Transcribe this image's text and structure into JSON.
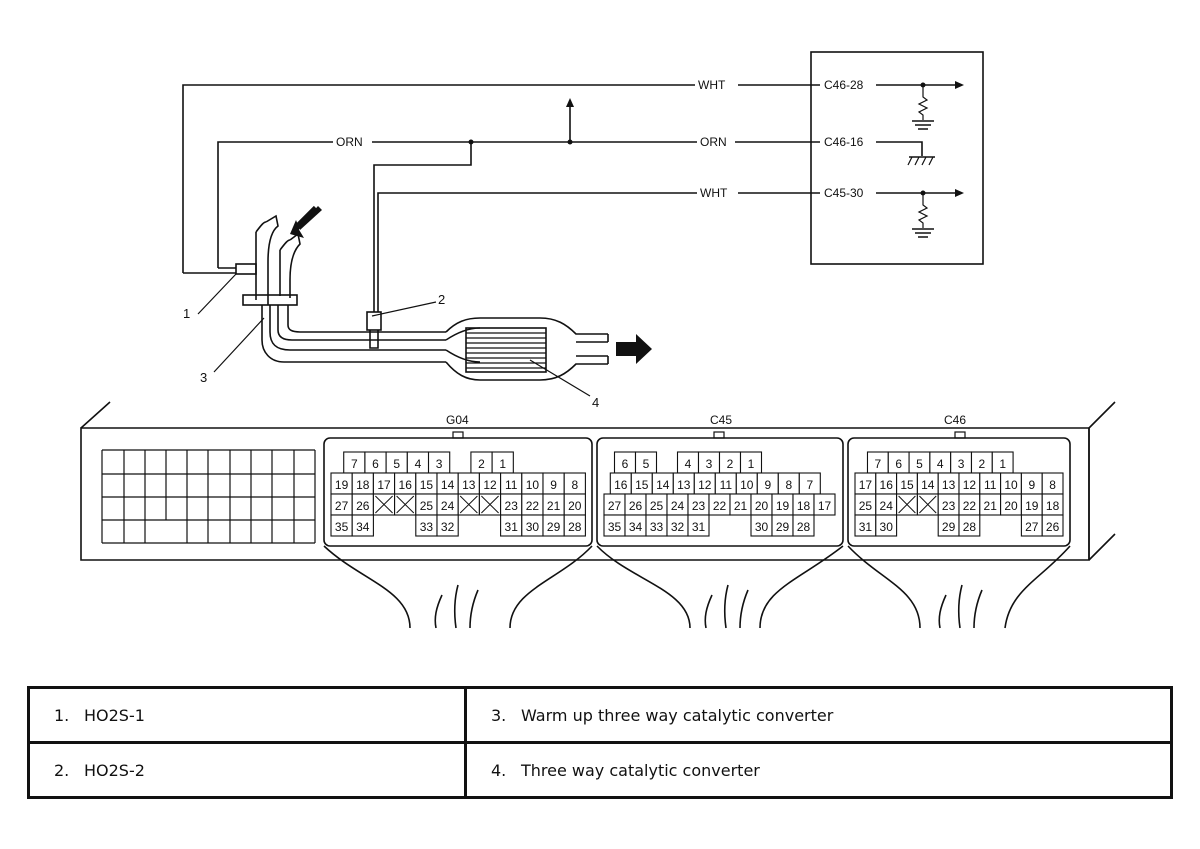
{
  "wires": {
    "wht_top": "WHT",
    "orn_left": "ORN",
    "orn_right": "ORN",
    "wht_mid": "WHT"
  },
  "terminals": {
    "c46_28": "C46-28",
    "c46_16": "C46-16",
    "c45_30": "C45-30"
  },
  "callouts": [
    "1",
    "2",
    "3",
    "4"
  ],
  "connectors": {
    "g04": {
      "name": "G04",
      "rows": [
        [
          "7",
          "6",
          "5",
          "4",
          "3",
          "",
          "2",
          "1"
        ],
        [
          "19",
          "18",
          "17",
          "16",
          "15",
          "14",
          "13",
          "12",
          "11",
          "10",
          "9",
          "8"
        ],
        [
          "27",
          "26",
          "X",
          "X",
          "25",
          "24",
          "X",
          "X",
          "23",
          "22",
          "21",
          "20"
        ],
        [
          "35",
          "34",
          "",
          "",
          "33",
          "32",
          "",
          "",
          "31",
          "30",
          "29",
          "28"
        ]
      ]
    },
    "c45": {
      "name": "C45",
      "rows": [
        [
          "6",
          "5",
          "",
          "4",
          "3",
          "2",
          "1"
        ],
        [
          "16",
          "15",
          "14",
          "13",
          "12",
          "11",
          "10",
          "9",
          "8",
          "7"
        ],
        [
          "27",
          "26",
          "25",
          "24",
          "23",
          "22",
          "21",
          "20",
          "19",
          "18",
          "17"
        ],
        [
          "35",
          "34",
          "33",
          "32",
          "31",
          "",
          "",
          "30",
          "29",
          "28"
        ]
      ]
    },
    "c46": {
      "name": "C46",
      "rows": [
        [
          "7",
          "6",
          "5",
          "4",
          "3",
          "2",
          "1"
        ],
        [
          "17",
          "16",
          "15",
          "14",
          "13",
          "12",
          "11",
          "10",
          "9",
          "8"
        ],
        [
          "25",
          "24",
          "X",
          "X",
          "23",
          "22",
          "21",
          "20",
          "19",
          "18"
        ],
        [
          "31",
          "30",
          "",
          "",
          "29",
          "28",
          "",
          "",
          "27",
          "26"
        ]
      ]
    }
  },
  "legend": [
    {
      "num": "1.",
      "text": "HO2S-1"
    },
    {
      "num": "3.",
      "text": "Warm up three way catalytic converter"
    },
    {
      "num": "2.",
      "text": "HO2S-2"
    },
    {
      "num": "4.",
      "text": "Three way catalytic converter"
    }
  ]
}
